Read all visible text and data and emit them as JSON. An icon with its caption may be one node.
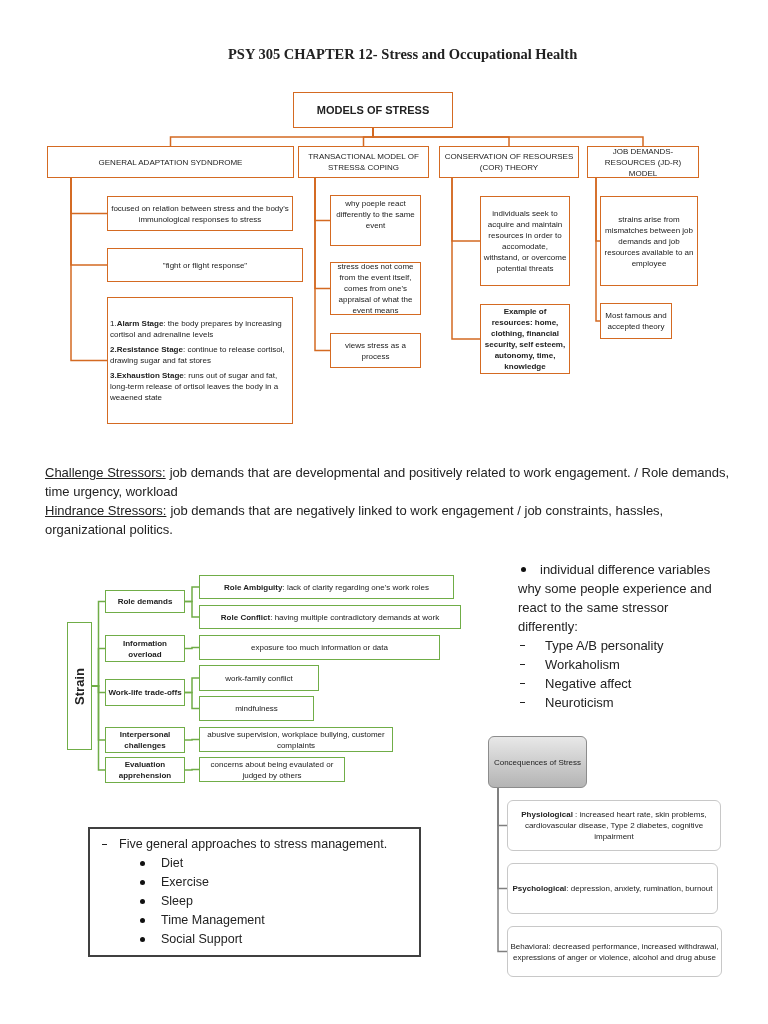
{
  "diagram": {
    "title": "PSY 305 CHAPTER 12- Stress and Occupational Health",
    "nodes": [
      {
        "text": [
          "MODELS OF STRESS"
        ]
      },
      {
        "text": [
          "GENERAL ADAPTATION SYDNDROME"
        ]
      },
      {
        "text": [
          "TRANSACTIONAL MODEL OF STRESS& COPING"
        ]
      },
      {
        "text": [
          "CONSERVATION OF RESOURSES (COR) THEORY"
        ]
      },
      {
        "text": [
          "JOB DEMANDS-RESOURCES (JD-R) MODEL"
        ]
      },
      {
        "text": [
          "focused on relation between stress and the body's immunological responses to stress"
        ]
      },
      {
        "text": [
          "\"fight or flight response\""
        ]
      },
      {
        "text": [
          "1.**Alarm Stage**: the body prepares by increasing cortisol and adrenaline levels",
          "**2.Resistance Stage**: continue to release cortisol, drawing sugar and fat stores",
          "**3.Exhaustion Stage**: runs out of sugar and fat, long-term release of ortisol leaves the body in a weaened state"
        ]
      },
      {
        "text": [
          "why poeple react differently to the same event"
        ]
      },
      {
        "text": [
          "stress does not come from the event itself, comes from one's appraisal of what the event means"
        ]
      },
      {
        "text": [
          "views stress as a process"
        ]
      },
      {
        "text": [
          "individuals seek to acquire and maintain resources in order to accomodate, withstand, or overcome potential threats"
        ]
      },
      {
        "text": [
          "Example of resources: home, clothing, financial security, self esteem, autonomy, time, knowledge"
        ]
      },
      {
        "text": [
          "strains arise from mismatches between job demands and job resources available to an employee"
        ]
      },
      {
        "text": [
          "Most famous and accepted theory"
        ]
      },
      {
        "text": [
          "Strain"
        ]
      },
      {
        "text": [
          "Role demands"
        ]
      },
      {
        "text": [
          "**Role Ambiguity**: lack of clarity regarding one's work roles"
        ]
      },
      {
        "text": [
          "**Role Conflict**: having multiple contradictory demands at work"
        ]
      },
      {
        "text": [
          "Information overload"
        ]
      },
      {
        "text": [
          "exposure too much information or data"
        ]
      },
      {
        "text": [
          "Work-life trade-offs"
        ]
      },
      {
        "text": [
          "work-family conflict"
        ]
      },
      {
        "text": [
          "mindfulness"
        ]
      },
      {
        "text": [
          "Interpersonal challenges"
        ]
      },
      {
        "text": [
          "abusive supervision, workplace bullying, customer complaints"
        ]
      },
      {
        "text": [
          "Evaluation apprehension"
        ]
      },
      {
        "text": [
          "concerns about being evaulated or judged by others"
        ]
      },
      {
        "text": [
          "Concequences of Stress"
        ]
      },
      {
        "text": [
          "**Physiological** : increased heart rate, skin problems, cardiovascular disease, Type 2 diabetes, cognitive impairment"
        ]
      },
      {
        "text": [
          "**Psychological**: depression, anxiety, rumination, burnout"
        ]
      },
      {
        "text": [
          "Behavioral: decreased performance, increased withdrawal, expressions of anger or violence, alcohol and drug abuse"
        ]
      },
      {
        "text": [
          "Five general approaches to stress management.",
          "Diet",
          "Exercise",
          "Sleep",
          "Time Management",
          "Social Support"
        ]
      }
    ],
    "edges": [
      {
        "from": 0,
        "to": 1,
        "arrow": "none"
      },
      {
        "from": 0,
        "to": 2,
        "arrow": "none"
      },
      {
        "from": 0,
        "to": 3,
        "arrow": "none"
      },
      {
        "from": 0,
        "to": 4,
        "arrow": "none"
      },
      {
        "from": 1,
        "to": 5,
        "arrow": "none"
      },
      {
        "from": 1,
        "to": 6,
        "arrow": "none"
      },
      {
        "from": 1,
        "to": 7,
        "arrow": "none"
      },
      {
        "from": 2,
        "to": 8,
        "arrow": "none"
      },
      {
        "from": 2,
        "to": 9,
        "arrow": "none"
      },
      {
        "from": 2,
        "to": 10,
        "arrow": "none"
      },
      {
        "from": 3,
        "to": 11,
        "arrow": "none"
      },
      {
        "from": 3,
        "to": 12,
        "arrow": "none"
      },
      {
        "from": 4,
        "to": 13,
        "arrow": "none"
      },
      {
        "from": 4,
        "to": 14,
        "arrow": "none"
      },
      {
        "from": 15,
        "to": 16,
        "arrow": "none",
        "color": "#70ad47"
      },
      {
        "from": 15,
        "to": 19,
        "arrow": "none",
        "color": "#70ad47"
      },
      {
        "from": 15,
        "to": 21,
        "arrow": "none",
        "color": "#70ad47"
      },
      {
        "from": 15,
        "to": 24,
        "arrow": "none",
        "color": "#70ad47"
      },
      {
        "from": 15,
        "to": 26,
        "arrow": "none",
        "color": "#70ad47"
      },
      {
        "from": 16,
        "to": 17,
        "arrow": "none",
        "color": "#70ad47"
      },
      {
        "from": 16,
        "to": 18,
        "arrow": "none",
        "color": "#70ad47"
      },
      {
        "from": 19,
        "to": 20,
        "arrow": "none",
        "color": "#70ad47"
      },
      {
        "from": 21,
        "to": 22,
        "arrow": "none",
        "color": "#70ad47"
      },
      {
        "from": 21,
        "to": 23,
        "arrow": "none",
        "color": "#70ad47"
      },
      {
        "from": 24,
        "to": 25,
        "arrow": "none",
        "color": "#70ad47"
      },
      {
        "from": 26,
        "to": 27,
        "arrow": "none",
        "color": "#70ad47"
      },
      {
        "from": 28,
        "to": 29,
        "arrow": "none",
        "color": "#7f7f7f"
      },
      {
        "from": 28,
        "to": 30,
        "arrow": "none",
        "color": "#7f7f7f"
      },
      {
        "from": 28,
        "to": 31,
        "arrow": "none",
        "color": "#7f7f7f"
      }
    ],
    "labels": [
      "Challenge Stressors:",
      "job demands that are developmental and positively related to work engagement. / Role demands, time urgency, workload",
      "Hindrance Stressors:",
      "job demands that are negatively linked to work engagement / job constraints, hassles, organizational politics.",
      "individual difference variables why some people experience and react to the same stressor differently:",
      "Type A/B personality",
      "Workaholism",
      "Negative affect",
      "Neuroticism"
    ]
  }
}
